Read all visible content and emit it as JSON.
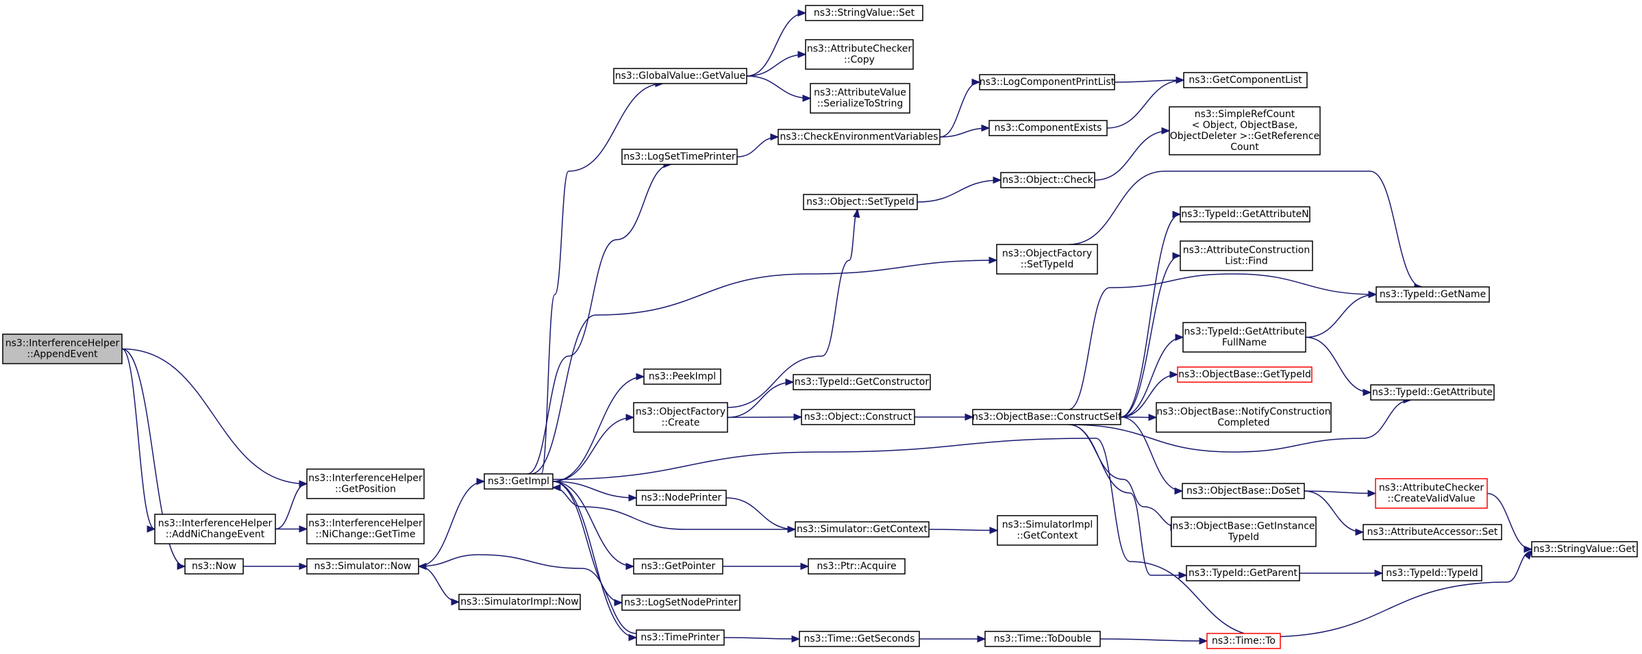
{
  "diagram": {
    "colors": {
      "edge": "#191970",
      "node_border": "#000000",
      "node_border_truncated": "#ff0000",
      "root_fill": "#bfbfbf",
      "node_fill": "#ffffff"
    },
    "nodes": [
      {
        "id": "append_event",
        "lines": [
          "ns3::InterferenceHelper",
          "::AppendEvent"
        ],
        "root": true
      },
      {
        "id": "get_position",
        "lines": [
          "ns3::InterferenceHelper",
          "::GetPosition"
        ]
      },
      {
        "id": "add_ni_change",
        "lines": [
          "ns3::InterferenceHelper",
          "::AddNiChangeEvent"
        ]
      },
      {
        "id": "ni_change_get_time",
        "lines": [
          "ns3::InterferenceHelper",
          "::NiChange::GetTime"
        ]
      },
      {
        "id": "now",
        "lines": [
          "ns3::Now"
        ]
      },
      {
        "id": "simulator_now",
        "lines": [
          "ns3::Simulator::Now"
        ]
      },
      {
        "id": "simulator_impl_now",
        "lines": [
          "ns3::SimulatorImpl::Now"
        ]
      },
      {
        "id": "get_impl",
        "lines": [
          "ns3::GetImpl"
        ]
      },
      {
        "id": "global_value_get_value",
        "lines": [
          "ns3::GlobalValue::GetValue"
        ]
      },
      {
        "id": "string_value_set",
        "lines": [
          "ns3::StringValue::Set"
        ]
      },
      {
        "id": "attribute_checker_copy",
        "lines": [
          "ns3::AttributeChecker",
          "::Copy"
        ]
      },
      {
        "id": "attribute_value_serialize",
        "lines": [
          "ns3::AttributeValue",
          "::SerializeToString"
        ]
      },
      {
        "id": "log_set_time_printer",
        "lines": [
          "ns3::LogSetTimePrinter"
        ]
      },
      {
        "id": "check_env_vars",
        "lines": [
          "ns3::CheckEnvironmentVariables"
        ]
      },
      {
        "id": "log_component_print_list",
        "lines": [
          "ns3::LogComponentPrintList"
        ]
      },
      {
        "id": "component_exists",
        "lines": [
          "ns3::ComponentExists"
        ]
      },
      {
        "id": "get_component_list",
        "lines": [
          "ns3::GetComponentList"
        ]
      },
      {
        "id": "simple_ref_count",
        "lines": [
          "ns3::SimpleRefCount",
          "< Object, ObjectBase,",
          "ObjectDeleter >::GetReference",
          "Count"
        ]
      },
      {
        "id": "object_set_type_id",
        "lines": [
          "ns3::Object::SetTypeId"
        ]
      },
      {
        "id": "object_check",
        "lines": [
          "ns3::Object::Check"
        ]
      },
      {
        "id": "object_factory_set_type_id",
        "lines": [
          "ns3::ObjectFactory",
          "::SetTypeId"
        ]
      },
      {
        "id": "type_id_get_attribute_n",
        "lines": [
          "ns3::TypeId::GetAttributeN"
        ]
      },
      {
        "id": "attr_construction_list_find",
        "lines": [
          "ns3::AttributeConstruction",
          "List::Find"
        ]
      },
      {
        "id": "type_id_get_name",
        "lines": [
          "ns3::TypeId::GetName"
        ]
      },
      {
        "id": "type_id_get_attribute_full_name",
        "lines": [
          "ns3::TypeId::GetAttribute",
          "FullName"
        ]
      },
      {
        "id": "object_base_get_type_id",
        "lines": [
          "ns3::ObjectBase::GetTypeId"
        ],
        "truncated": true
      },
      {
        "id": "type_id_get_attribute",
        "lines": [
          "ns3::TypeId::GetAttribute"
        ]
      },
      {
        "id": "peek_impl",
        "lines": [
          "ns3::PeekImpl"
        ]
      },
      {
        "id": "type_id_get_constructor",
        "lines": [
          "ns3::TypeId::GetConstructor"
        ]
      },
      {
        "id": "object_factory_create",
        "lines": [
          "ns3::ObjectFactory",
          "::Create"
        ]
      },
      {
        "id": "object_construct",
        "lines": [
          "ns3::Object::Construct"
        ]
      },
      {
        "id": "object_base_construct_self",
        "lines": [
          "ns3::ObjectBase::ConstructSelf"
        ]
      },
      {
        "id": "object_base_notify_construction",
        "lines": [
          "ns3::ObjectBase::NotifyConstruction",
          "Completed"
        ]
      },
      {
        "id": "object_base_do_set",
        "lines": [
          "ns3::ObjectBase::DoSet"
        ]
      },
      {
        "id": "attribute_checker_create_valid",
        "lines": [
          "ns3::AttributeChecker",
          "::CreateValidValue"
        ],
        "truncated": true
      },
      {
        "id": "node_printer",
        "lines": [
          "ns3::NodePrinter"
        ]
      },
      {
        "id": "simulator_get_context",
        "lines": [
          "ns3::Simulator::GetContext"
        ]
      },
      {
        "id": "simulator_impl_get_context",
        "lines": [
          "ns3::SimulatorImpl",
          "::GetContext"
        ]
      },
      {
        "id": "object_base_get_instance_type_id",
        "lines": [
          "ns3::ObjectBase::GetInstance",
          "TypeId"
        ]
      },
      {
        "id": "attribute_accessor_set",
        "lines": [
          "ns3::AttributeAccessor::Set"
        ]
      },
      {
        "id": "string_value_get",
        "lines": [
          "ns3::StringValue::Get"
        ]
      },
      {
        "id": "get_pointer",
        "lines": [
          "ns3::GetPointer"
        ]
      },
      {
        "id": "ptr_acquire",
        "lines": [
          "ns3::Ptr::Acquire"
        ]
      },
      {
        "id": "type_id_get_parent",
        "lines": [
          "ns3::TypeId::GetParent"
        ]
      },
      {
        "id": "type_id_type_id",
        "lines": [
          "ns3::TypeId::TypeId"
        ]
      },
      {
        "id": "log_set_node_printer",
        "lines": [
          "ns3::LogSetNodePrinter"
        ]
      },
      {
        "id": "time_printer",
        "lines": [
          "ns3::TimePrinter"
        ]
      },
      {
        "id": "time_get_seconds",
        "lines": [
          "ns3::Time::GetSeconds"
        ]
      },
      {
        "id": "time_to_double",
        "lines": [
          "ns3::Time::ToDouble"
        ]
      },
      {
        "id": "time_to",
        "lines": [
          "ns3::Time::To"
        ],
        "truncated": true
      }
    ],
    "edges": [
      [
        "append_event",
        "get_position"
      ],
      [
        "append_event",
        "add_ni_change"
      ],
      [
        "append_event",
        "now"
      ],
      [
        "add_ni_change",
        "get_position"
      ],
      [
        "add_ni_change",
        "ni_change_get_time"
      ],
      [
        "now",
        "simulator_now"
      ],
      [
        "simulator_now",
        "get_impl"
      ],
      [
        "simulator_now",
        "simulator_impl_now"
      ],
      [
        "get_impl",
        "global_value_get_value"
      ],
      [
        "get_impl",
        "log_set_time_printer"
      ],
      [
        "get_impl",
        "object_factory_set_type_id"
      ],
      [
        "get_impl",
        "peek_impl"
      ],
      [
        "get_impl",
        "object_factory_create"
      ],
      [
        "get_impl",
        "node_printer"
      ],
      [
        "get_impl",
        "get_pointer"
      ],
      [
        "get_impl",
        "log_set_node_printer"
      ],
      [
        "get_impl",
        "time_printer"
      ],
      [
        "get_impl",
        "string_value_get"
      ],
      [
        "global_value_get_value",
        "string_value_set"
      ],
      [
        "global_value_get_value",
        "attribute_checker_copy"
      ],
      [
        "global_value_get_value",
        "attribute_value_serialize"
      ],
      [
        "log_set_time_printer",
        "check_env_vars"
      ],
      [
        "check_env_vars",
        "log_component_print_list"
      ],
      [
        "check_env_vars",
        "component_exists"
      ],
      [
        "log_component_print_list",
        "get_component_list"
      ],
      [
        "component_exists",
        "get_component_list"
      ],
      [
        "object_set_type_id",
        "object_check"
      ],
      [
        "object_check",
        "simple_ref_count"
      ],
      [
        "object_factory_set_type_id",
        "type_id_get_name"
      ],
      [
        "object_factory_create",
        "object_set_type_id"
      ],
      [
        "object_factory_create",
        "type_id_get_constructor"
      ],
      [
        "object_factory_create",
        "object_construct"
      ],
      [
        "object_construct",
        "object_base_construct_self"
      ],
      [
        "object_base_construct_self",
        "type_id_get_attribute_n"
      ],
      [
        "object_base_construct_self",
        "attr_construction_list_find"
      ],
      [
        "object_base_construct_self",
        "type_id_get_name"
      ],
      [
        "object_base_construct_self",
        "type_id_get_attribute_full_name"
      ],
      [
        "object_base_construct_self",
        "object_base_get_type_id"
      ],
      [
        "object_base_construct_self",
        "object_base_notify_construction"
      ],
      [
        "object_base_construct_self",
        "type_id_get_attribute"
      ],
      [
        "object_base_construct_self",
        "object_base_do_set"
      ],
      [
        "object_base_construct_self",
        "object_base_get_instance_type_id"
      ],
      [
        "object_base_construct_self",
        "type_id_get_parent"
      ],
      [
        "type_id_get_attribute_full_name",
        "type_id_get_name"
      ],
      [
        "type_id_get_attribute_full_name",
        "type_id_get_attribute"
      ],
      [
        "object_base_do_set",
        "attribute_checker_create_valid"
      ],
      [
        "object_base_do_set",
        "attribute_accessor_set"
      ],
      [
        "attribute_checker_create_valid",
        "string_value_get"
      ],
      [
        "node_printer",
        "simulator_get_context"
      ],
      [
        "simulator_get_context",
        "get_impl"
      ],
      [
        "simulator_get_context",
        "simulator_impl_get_context"
      ],
      [
        "get_pointer",
        "ptr_acquire"
      ],
      [
        "type_id_get_parent",
        "type_id_type_id"
      ],
      [
        "time_printer",
        "simulator_now"
      ],
      [
        "time_printer",
        "time_get_seconds"
      ],
      [
        "time_get_seconds",
        "time_to_double"
      ],
      [
        "time_to_double",
        "time_to"
      ]
    ]
  }
}
